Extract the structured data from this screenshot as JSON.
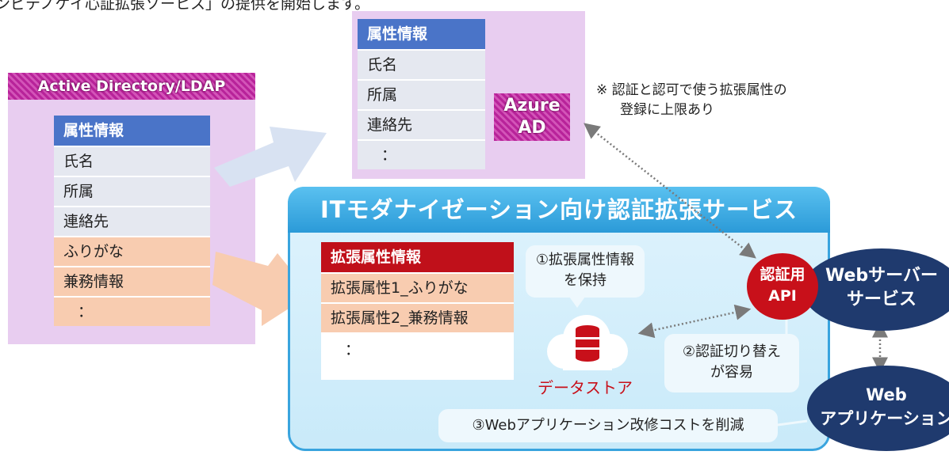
{
  "top_caption": "ンピテノケイ心証拡張ソーヒス」の提供を開始します。",
  "ad_ldap": {
    "title": "Active Directory/LDAP",
    "table_header": "属性情報",
    "rows": [
      "氏名",
      "所属",
      "連絡先",
      "ふりがな",
      "兼務情報",
      "："
    ]
  },
  "azure_ad": {
    "badge_line1": "Azure",
    "badge_line2": "AD",
    "table_header": "属性情報",
    "rows": [
      "氏名",
      "所属",
      "連絡先",
      "："
    ]
  },
  "note": {
    "line1": "※ 認証と認可で使う拡張属性の",
    "line2": "登録に上限あり"
  },
  "service": {
    "title": "ITモダナイゼーション向け認証拡張サービス",
    "ext_table_header": "拡張属性情報",
    "ext_rows": [
      "拡張属性1_ふりがな",
      "拡張属性2_兼務情報",
      "："
    ],
    "bubble1_line1": "①拡張属性情報",
    "bubble1_line2": "を保持",
    "datastore_label": "データストア",
    "bubble2_line1": "②認証切り替え",
    "bubble2_line2": "が容易",
    "bubble3": "③Webアプリケーション改修コストを削減"
  },
  "auth_api": {
    "line1": "認証用",
    "line2": "API"
  },
  "web_server": {
    "line1": "Webサーバー",
    "line2": "サービス"
  },
  "web_app": {
    "line1": "Web",
    "line2": "アプリケーション"
  },
  "colors": {
    "lilac": "#e8cdf0",
    "magenta_hatch": "#b8239a",
    "blue_header": "#4a74c8",
    "red_header": "#c0101a",
    "peach": "#f8ccb0",
    "service_blue": "#2b9ad8",
    "navy": "#1f3a6e",
    "api_red": "#c8101a"
  },
  "icons": [
    "cloud-database-icon"
  ]
}
